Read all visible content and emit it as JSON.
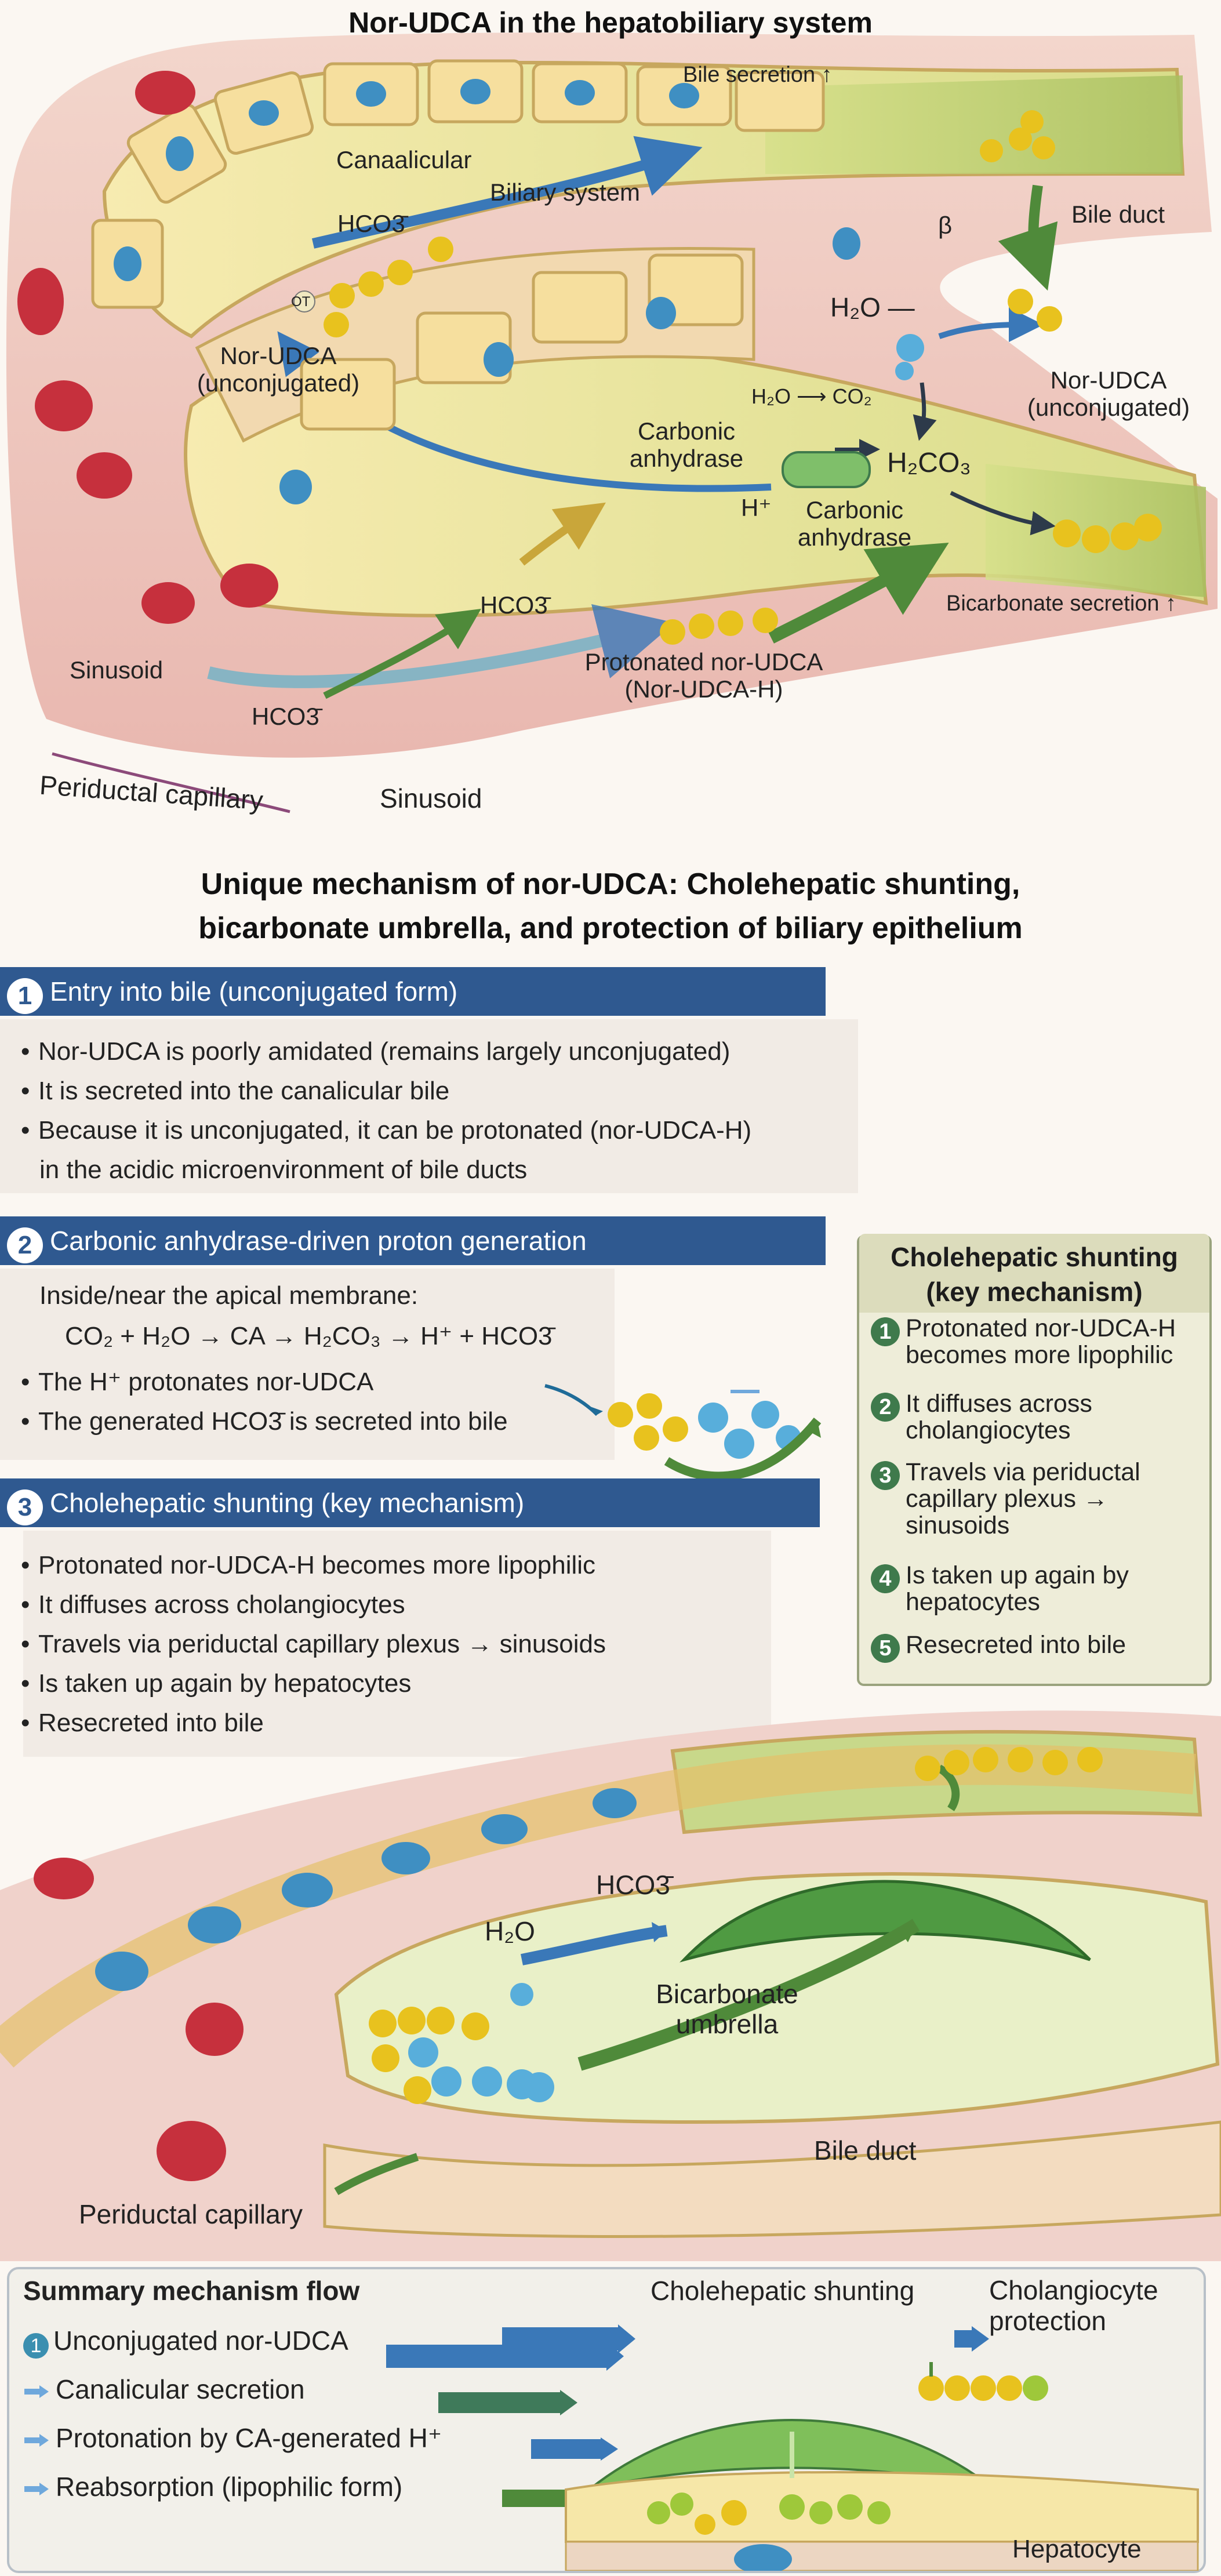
{
  "titles": {
    "main": "Nor-UDCA  in the hepatobiliary system",
    "subtitle_line1": "Unique mechanism of nor-UDCA: Cholehepatic shunting,",
    "subtitle_line2": "bicarbonate umbrella, and protection of biliary epithelium"
  },
  "top_diagram": {
    "bile_secretion": "Bile secretion ↑",
    "canaalicular": "Canaalicular",
    "biliary_system": "Biliary system",
    "hco3_a": "HCO3̄",
    "bile_duct": "Bile duct",
    "beta": "β",
    "h2o_a": "H₂O —",
    "nor_udca_left": "Nor-UDCA\n(unconjugated)",
    "nor_udca_right": "Nor-UDCA\n(unconjugated)",
    "h2o_co2": "H₂O ⟶ CO₂",
    "carbonic_anhydrase_left": "Carbonic\nanhydrase",
    "h2co3": "H₂CO₃",
    "h_plus": "H⁺",
    "carbonic_anhydrase_right": "Carbonic\nanhydrase",
    "hco3_b": "HCO3̄",
    "bicarbonate_secretion": "Bicarbonate secretion ↑",
    "protonated": "Protonated nor-UDCA\n(Nor-UDCA-H)",
    "sinusoid_left": "Sinusoid",
    "hco3_c": "HCO3̄",
    "periductal_capillary": "Periductal capillary",
    "sinusoid_bottom": "Sinusoid",
    "ot": "OT"
  },
  "section1": {
    "number": "1",
    "title": "Entry into bile (unconjugated form)",
    "bullets": [
      "Nor-UDCA is poorly amidated (remains largely unconjugated)",
      "It is secreted into the canalicular bile",
      "Because it is unconjugated, it can be protonated (nor-UDCA-H)"
    ],
    "continuation": "in the acidic microenvironment of bile ducts"
  },
  "section2": {
    "number": "2",
    "title": "Carbonic anhydrase-driven proton generation",
    "intro": "Inside/near the apical membrane:",
    "equation": "CO₂ + H₂O → CA → H₂CO₃ → H⁺ + HCO3̄",
    "bullets": [
      "The H⁺ protonates nor-UDCA",
      "The generated HCO3̄   is secreted into bile"
    ]
  },
  "section3": {
    "number": "3",
    "title": "Cholehepatic shunting (key mechanism)",
    "bullets": [
      "Protonated nor-UDCA-H becomes more lipophilic",
      "It diffuses across cholangiocytes",
      "Travels via periductal capillary plexus → sinusoids",
      "Is taken up again by hepatocytes",
      "Resecreted into bile"
    ]
  },
  "key_box": {
    "title_line1": "Cholehepatic shunting",
    "title_line2": "(key mechanism)",
    "items": [
      {
        "n": "1",
        "text": "Protonated nor-UDCA-H becomes more lipophilic"
      },
      {
        "n": "2",
        "text": "It diffuses across cholangiocytes"
      },
      {
        "n": "3",
        "text": "Travels via periductal capillary plexus → sinusoids"
      },
      {
        "n": "4",
        "text": "Is taken up again by hepatocytes"
      },
      {
        "n": "5",
        "text": "Resecreted into bile"
      }
    ]
  },
  "umbrella_diagram": {
    "hco3": "HCO3̄",
    "h2o": "H₂O",
    "bicarbonate_umbrella": "Bicarbonate\numbrella",
    "bile_duct": "Bile duct",
    "periductal_capillary": "Periductal capillary"
  },
  "summary": {
    "title": "Summary mechanism flow",
    "cholehepatic_shunting": "Cholehepatic shunting",
    "cholangiocyte_protection": "Cholangiocyte\nprotection",
    "step1_number": "1",
    "steps": [
      "Unconjugated nor-UDCA",
      "Canalicular secretion",
      "Protonation by CA-generated H⁺",
      "Reabsorption (lipophilic form)"
    ],
    "hepatocyte": "Hepatocyte"
  },
  "colors": {
    "section_bar": "#2f5990",
    "key_box_bg": "#eeedd9",
    "blue_arrow": "#3a78b8",
    "green_arrow": "#4f8a3a",
    "bile_yellow": "#f0d060"
  }
}
